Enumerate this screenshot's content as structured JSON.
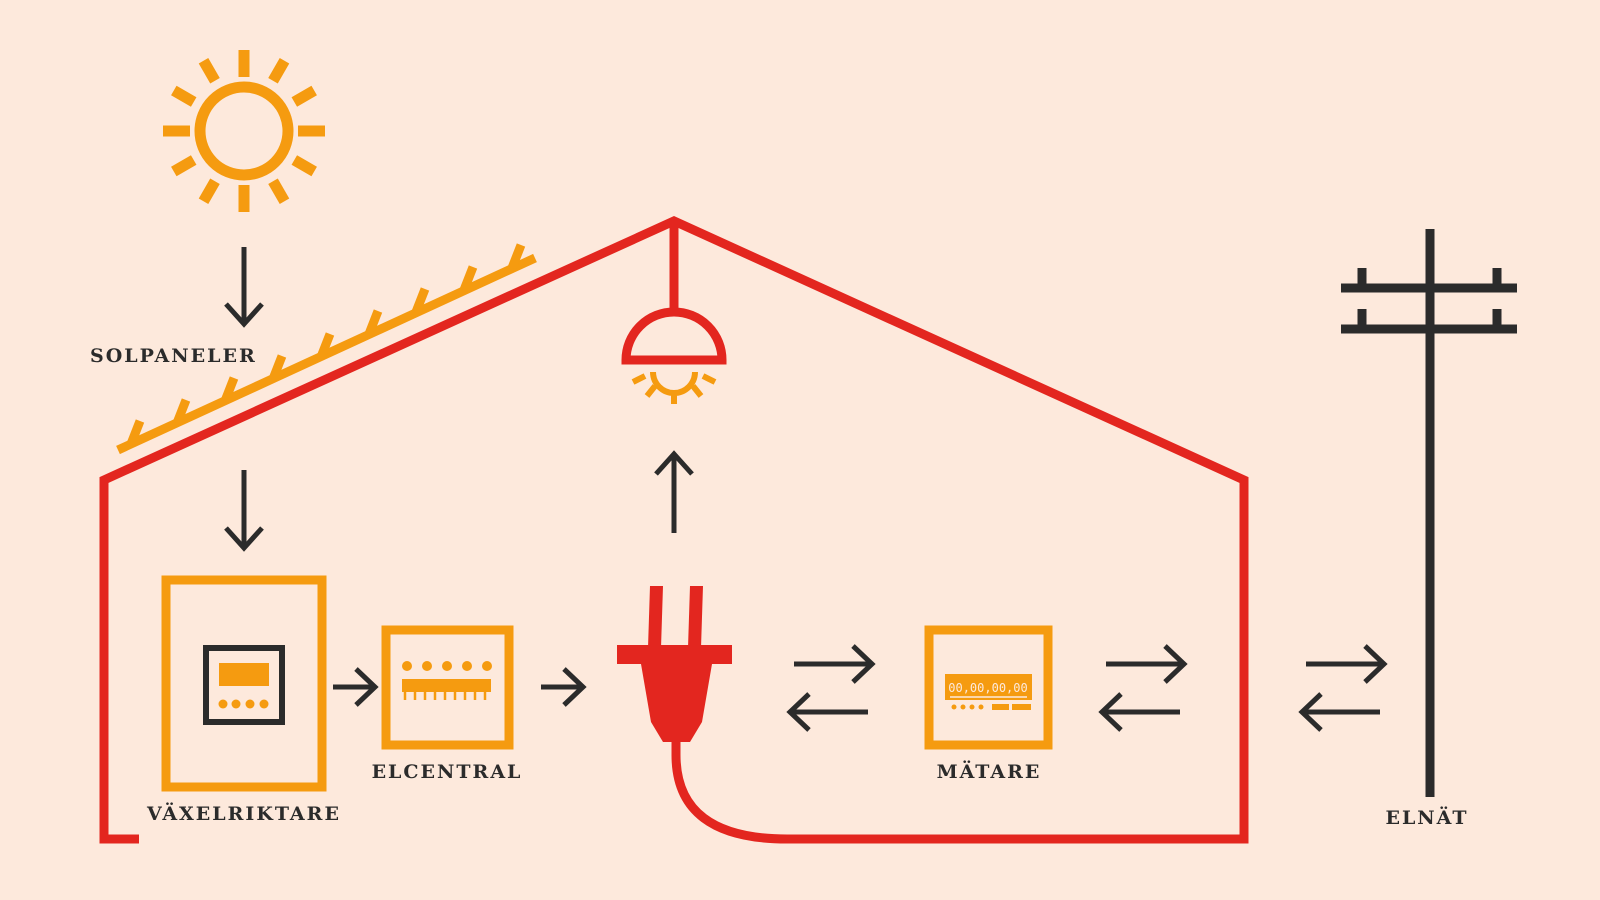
{
  "labels": {
    "solar_panels": "SOLPANELER",
    "inverter": "VÄXELRIKTARE",
    "distribution_board": "ELCENTRAL",
    "meter": "MÄTARE",
    "grid": "ELNÄT"
  },
  "meter_display": "00,00,00,00",
  "colors": {
    "background": "#fde9dc",
    "house": "#e3261f",
    "orange": "#f59b10",
    "dark": "#2b2b2b"
  },
  "icons": [
    "sun-icon",
    "solar-panel-icon",
    "house-outline",
    "ceiling-lamp-icon",
    "inverter-icon",
    "distribution-board-icon",
    "plug-icon",
    "meter-icon",
    "power-pole-icon"
  ]
}
